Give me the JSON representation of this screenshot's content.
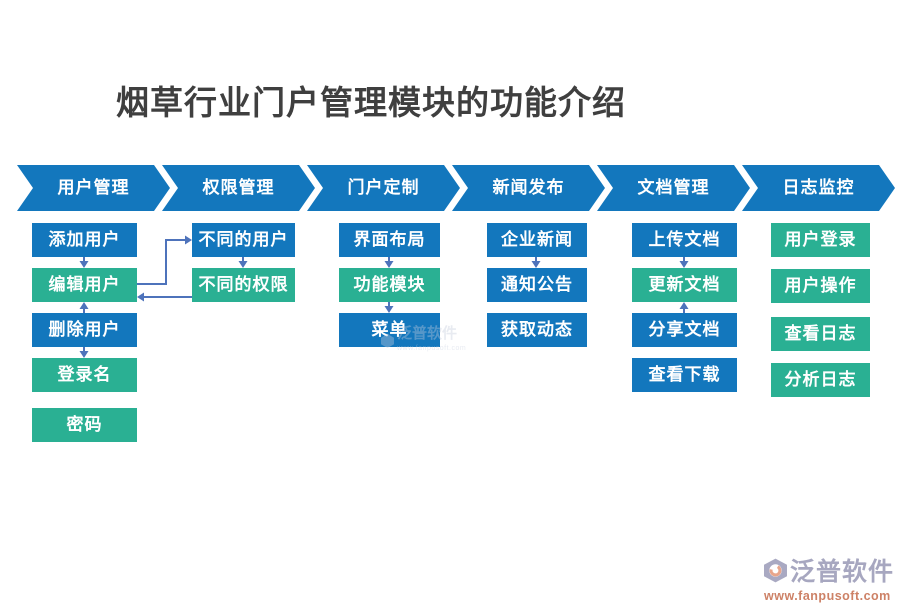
{
  "title": "烟草行业门户管理模块的功能介绍",
  "palette": {
    "blue": "#1377bd",
    "green": "#2ab093",
    "arrow": "#4e73bb",
    "title_color": "#3f3f3f"
  },
  "columns": [
    {
      "header": "用户管理",
      "items": [
        {
          "label": "添加用户",
          "color": "blue"
        },
        {
          "label": "编辑用户",
          "color": "green"
        },
        {
          "label": "删除用户",
          "color": "blue"
        },
        {
          "label": "登录名",
          "color": "green"
        },
        {
          "label": "密码",
          "color": "green"
        }
      ]
    },
    {
      "header": "权限管理",
      "items": [
        {
          "label": "不同的用户",
          "color": "blue"
        },
        {
          "label": "不同的权限",
          "color": "green"
        }
      ]
    },
    {
      "header": "门户定制",
      "items": [
        {
          "label": "界面布局",
          "color": "blue"
        },
        {
          "label": "功能模块",
          "color": "green"
        },
        {
          "label": "菜单",
          "color": "blue"
        }
      ]
    },
    {
      "header": "新闻发布",
      "items": [
        {
          "label": "企业新闻",
          "color": "blue"
        },
        {
          "label": "通知公告",
          "color": "blue"
        },
        {
          "label": "获取动态",
          "color": "blue"
        }
      ]
    },
    {
      "header": "文档管理",
      "items": [
        {
          "label": "上传文档",
          "color": "blue"
        },
        {
          "label": "更新文档",
          "color": "green"
        },
        {
          "label": "分享文档",
          "color": "blue"
        },
        {
          "label": "查看下载",
          "color": "blue"
        }
      ]
    },
    {
      "header": "日志监控",
      "items": [
        {
          "label": "用户登录",
          "color": "green"
        },
        {
          "label": "用户操作",
          "color": "green"
        },
        {
          "label": "查看日志",
          "color": "green"
        },
        {
          "label": "分析日志",
          "color": "green"
        }
      ]
    }
  ],
  "watermark": {
    "brand": "泛普软件",
    "url": "www.fanpusoft.com"
  },
  "logo": {
    "brand": "泛普软件",
    "url": "www.fanpusoft.com"
  }
}
